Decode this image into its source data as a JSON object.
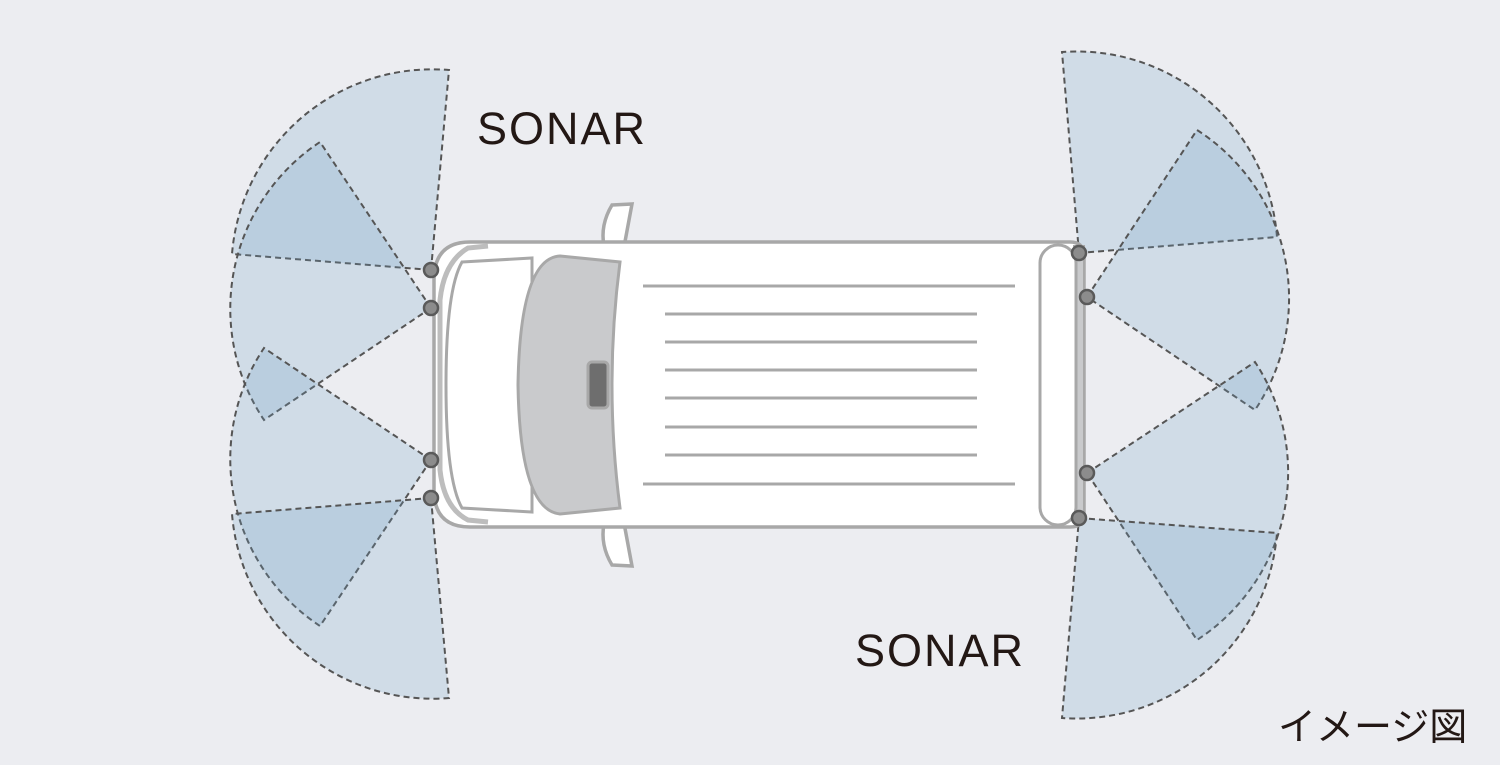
{
  "labels": {
    "sonar_front": "SONAR",
    "sonar_rear": "SONAR",
    "image_note": "イメージ図"
  },
  "colors": {
    "background": "#ecedf1",
    "sensor_zone": "#cfdde8",
    "sensor_zone_overlap": "#b8d4e2",
    "car_outline": "#a8a8a8",
    "text": "#231815"
  },
  "sensors": {
    "front_count": 4,
    "rear_count": 4
  }
}
